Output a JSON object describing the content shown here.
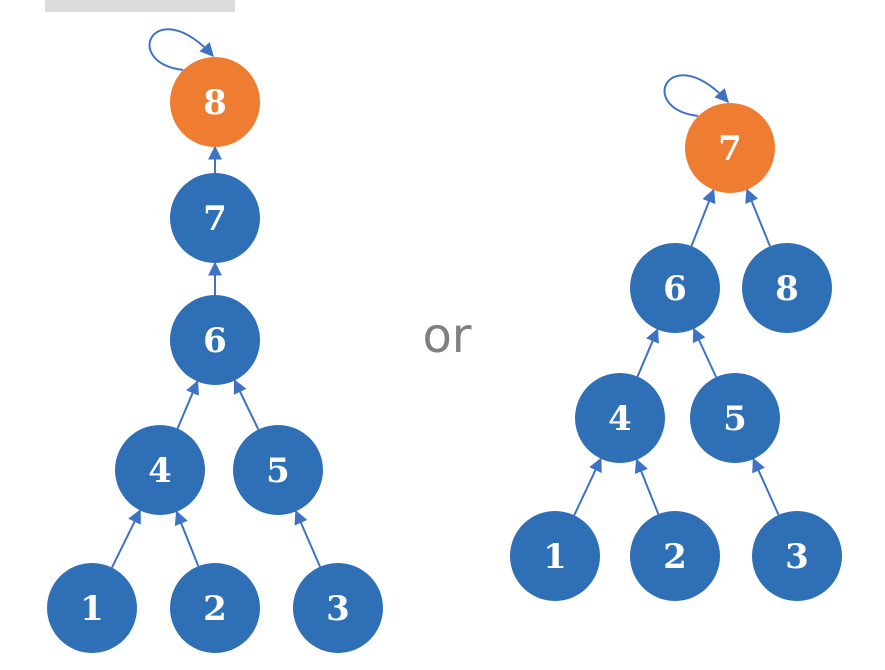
{
  "colors": {
    "node": "#2e6fb5",
    "root": "#ee7d31",
    "edge": "#3f72c2",
    "separator": "#7f7f7f",
    "background": "#ffffff"
  },
  "separator_text": "or",
  "trees": [
    {
      "nodes": [
        {
          "id": "8",
          "label": "8",
          "root": true
        },
        {
          "id": "7",
          "label": "7"
        },
        {
          "id": "6",
          "label": "6"
        },
        {
          "id": "4",
          "label": "4"
        },
        {
          "id": "5",
          "label": "5"
        },
        {
          "id": "1",
          "label": "1"
        },
        {
          "id": "2",
          "label": "2"
        },
        {
          "id": "3",
          "label": "3"
        }
      ],
      "edges": [
        {
          "from": "7",
          "to": "8"
        },
        {
          "from": "6",
          "to": "7"
        },
        {
          "from": "4",
          "to": "6"
        },
        {
          "from": "5",
          "to": "6"
        },
        {
          "from": "1",
          "to": "4"
        },
        {
          "from": "2",
          "to": "4"
        },
        {
          "from": "3",
          "to": "5"
        }
      ],
      "self_loop": "8"
    },
    {
      "nodes": [
        {
          "id": "7",
          "label": "7",
          "root": true
        },
        {
          "id": "6",
          "label": "6"
        },
        {
          "id": "8",
          "label": "8"
        },
        {
          "id": "4",
          "label": "4"
        },
        {
          "id": "5",
          "label": "5"
        },
        {
          "id": "1",
          "label": "1"
        },
        {
          "id": "2",
          "label": "2"
        },
        {
          "id": "3",
          "label": "3"
        }
      ],
      "edges": [
        {
          "from": "6",
          "to": "7"
        },
        {
          "from": "8",
          "to": "7"
        },
        {
          "from": "4",
          "to": "6"
        },
        {
          "from": "5",
          "to": "6"
        },
        {
          "from": "1",
          "to": "4"
        },
        {
          "from": "2",
          "to": "4"
        },
        {
          "from": "3",
          "to": "5"
        }
      ],
      "self_loop": "7"
    }
  ]
}
